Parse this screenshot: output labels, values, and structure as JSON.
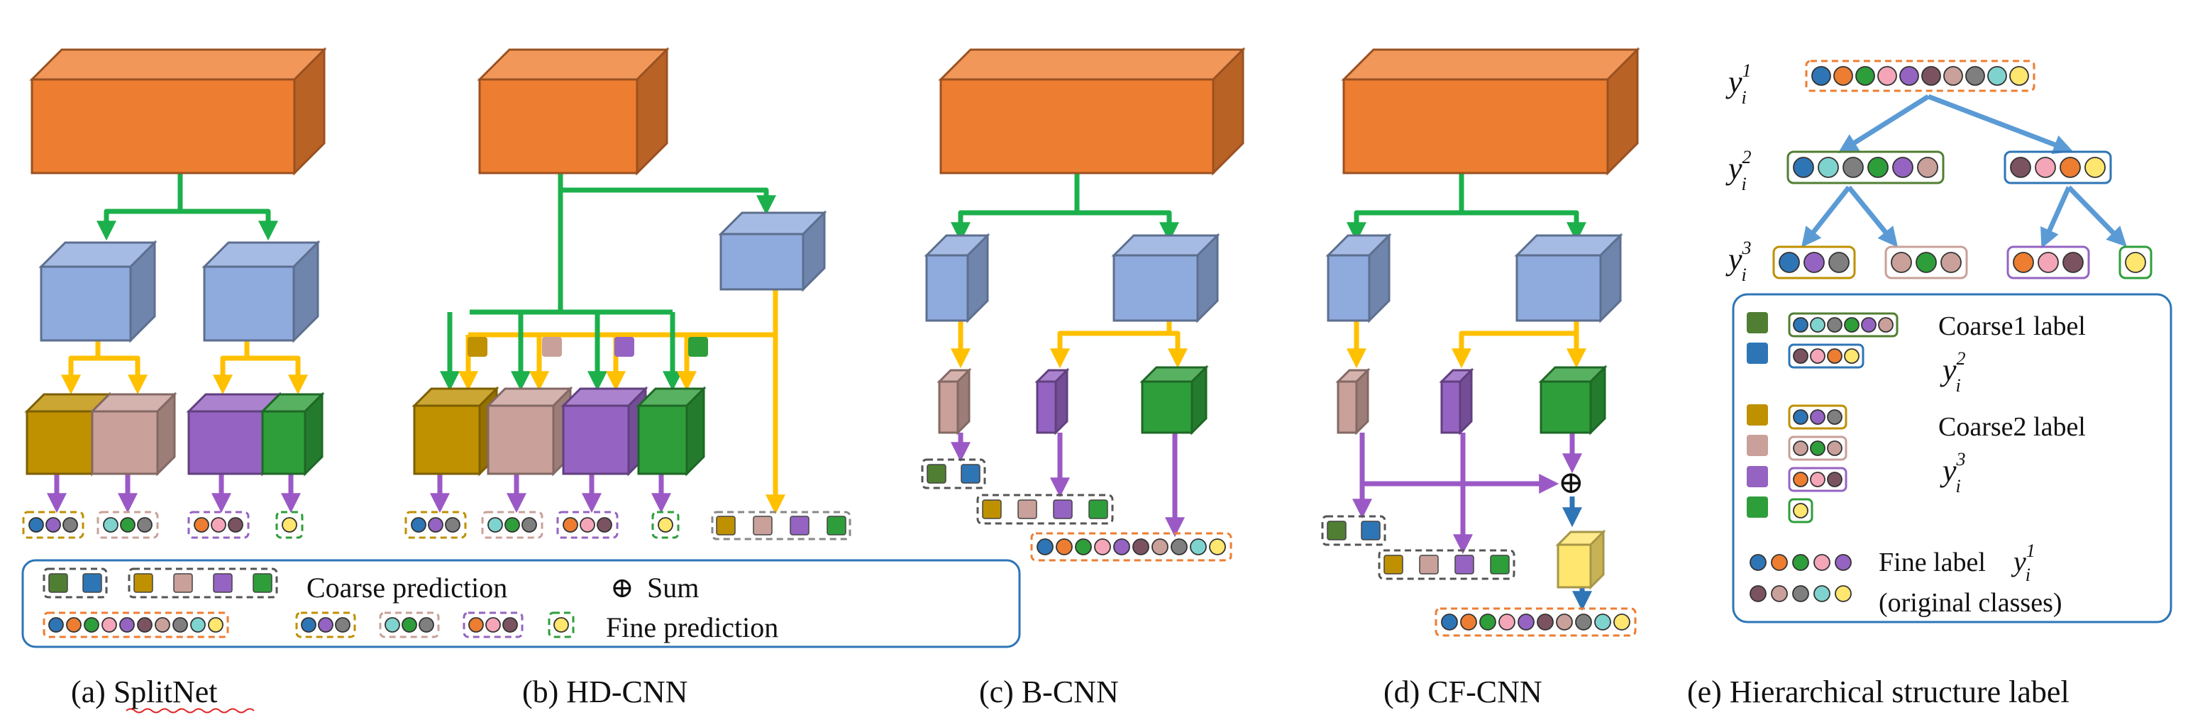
{
  "colors": {
    "cube_orange": "#ED7D31",
    "cube_blue": "#8FAADC",
    "cube_gold": "#BF9000",
    "cube_pink": "#C9A09A",
    "cube_purple": "#9563C2",
    "cube_green": "#2E9E3A",
    "cube_yellow": "#FFE66E",
    "arrow_green": "#1CB04C",
    "arrow_yellow": "#FFC000",
    "arrow_purple": "#9B59C6",
    "arrow_blue": "#2E75B6",
    "tree_arrow": "#5B9BD5"
  },
  "captions": {
    "a": "(a) SplitNet",
    "b": "(b) HD-CNN",
    "c": "(c) B-CNN",
    "d": "(d) CF-CNN",
    "e": "(e) Hierarchical structure label"
  },
  "legend": {
    "coarse_prediction": "Coarse prediction",
    "sum_symbol": "⊕",
    "sum": "Sum",
    "fine_prediction": "Fine prediction"
  },
  "hierarchy": {
    "y_base": "y",
    "y_sub": "i",
    "level1_sup": "1",
    "level2_sup": "2",
    "level3_sup": "3",
    "coarse1_label": "Coarse1 label",
    "coarse2_label": "Coarse2 label",
    "fine_label": "Fine label",
    "original_classes": "(original classes)"
  },
  "cf_sum_symbol": "⊕"
}
